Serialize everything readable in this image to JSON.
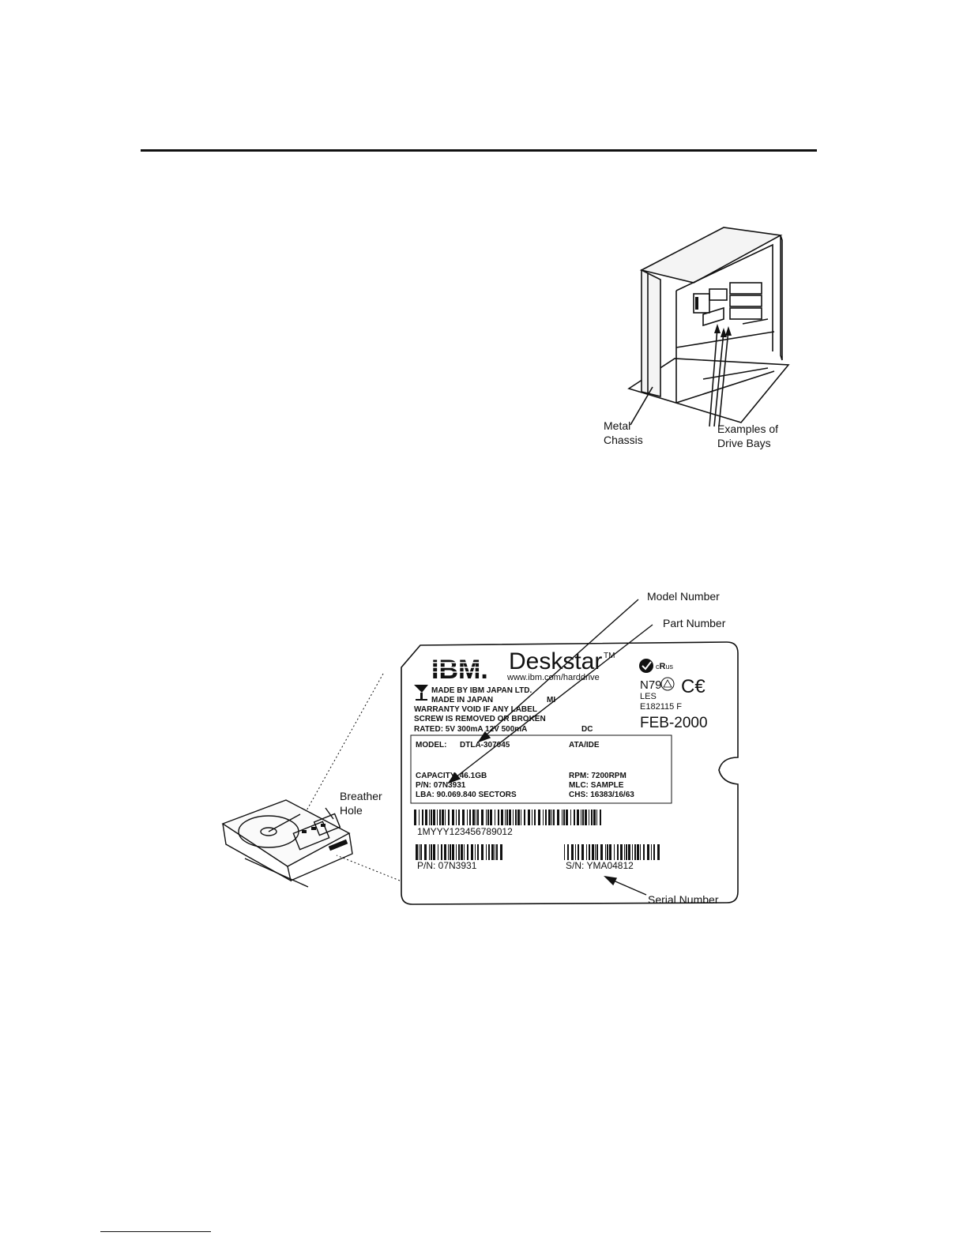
{
  "chassis_figure": {
    "callout_metal_chassis": [
      "Metal",
      "Chassis"
    ],
    "callout_drive_bays": [
      "Examples of",
      "Drive Bays"
    ]
  },
  "label_figure": {
    "callout_model_number": "Model Number",
    "callout_part_number": "Part Number",
    "callout_serial_number": "Serial Number",
    "callout_breather_hole": [
      "Breather",
      "Hole"
    ],
    "label": {
      "brand": "IBM.",
      "product": "Deskstar",
      "trademark": "TM",
      "url": "www.ibm.com/harddrive",
      "made_by": "MADE BY IBM JAPAN LTD.",
      "made_in": "MADE IN JAPAN",
      "made_in_code": "MI",
      "warranty_line1": "WARRANTY VOID IF ANY LABEL",
      "warranty_line2": "SCREW IS REMOVED OR BROKEN",
      "rated": "RATED: 5V 300mA 12V 500mA",
      "rated_dc": "DC",
      "cert_code": "N79",
      "cert_les": "LES",
      "cert_number": "E182115  F",
      "date": "FEB-2000",
      "model_label": "MODEL:",
      "model_value": "DTLA-307045",
      "interface": "ATA/IDE",
      "capacity": "CAPACITY: 46.1GB",
      "rpm": "RPM:  7200RPM",
      "pn": "P/N:  07N3931",
      "mlc": "MLC:  SAMPLE",
      "lba": "LBA:  90.069.840  SECTORS",
      "chs": "CHS:  16383/16/63",
      "barcode_text": "1MYYY123456789012",
      "bottom_pn": "P/N:  07N3931",
      "bottom_sn": "S/N:  YMA04812"
    }
  }
}
